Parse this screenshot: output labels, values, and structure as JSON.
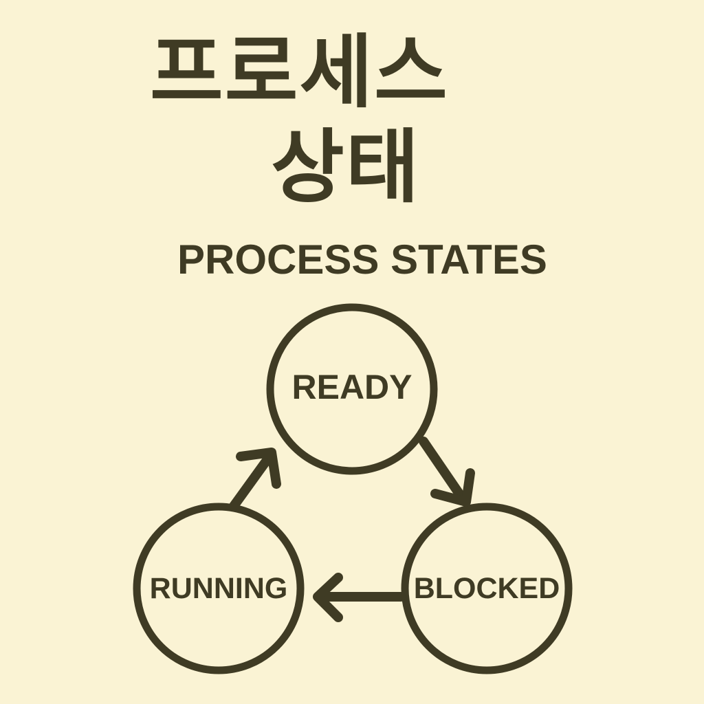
{
  "title": {
    "korean_line_1": "프로세스",
    "korean_line_2": "상태",
    "english": "PROCESS STATES"
  },
  "states": {
    "ready": "READY",
    "running": "RUNNING",
    "blocked": "BLOCKED"
  },
  "transitions": [
    {
      "from": "ready",
      "to": "blocked"
    },
    {
      "from": "blocked",
      "to": "running"
    },
    {
      "from": "running",
      "to": "ready"
    }
  ],
  "colors": {
    "background": "#faf3d4",
    "ink": "#3f3b24"
  }
}
